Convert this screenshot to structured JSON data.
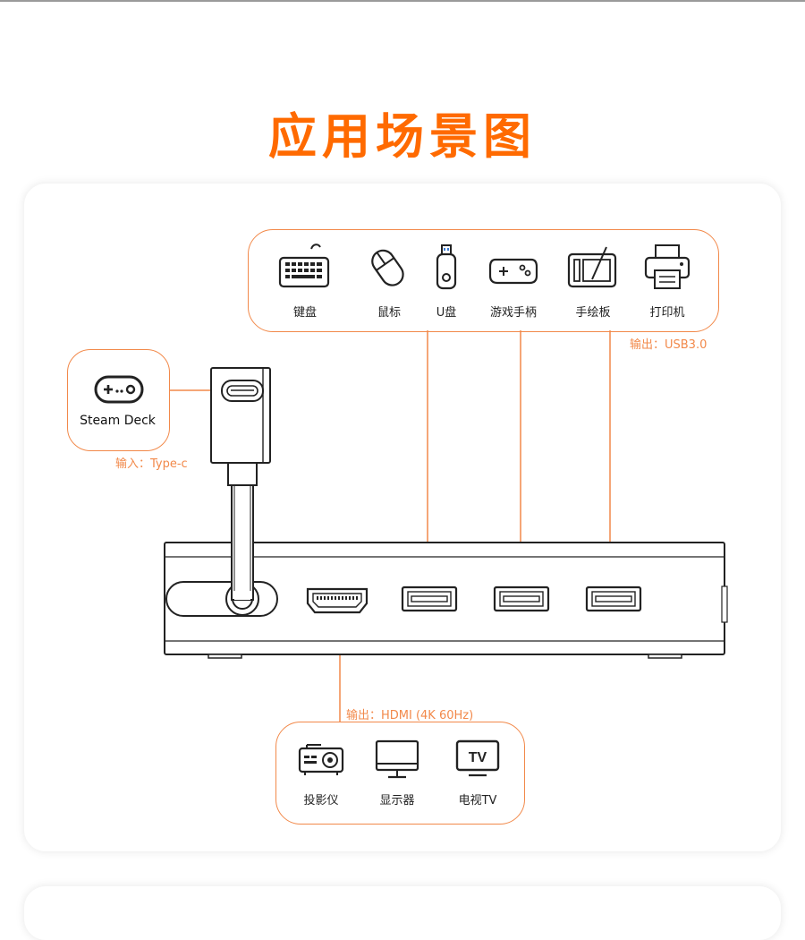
{
  "title": "应用场景图",
  "usb_devices": {
    "items": [
      {
        "label": "键盘",
        "icon": "keyboard-icon"
      },
      {
        "label": "鼠标",
        "icon": "mouse-icon"
      },
      {
        "label": "U盘",
        "icon": "usb-drive-icon"
      },
      {
        "label": "游戏手柄",
        "icon": "gamepad-icon"
      },
      {
        "label": "手绘板",
        "icon": "drawing-tablet-icon"
      },
      {
        "label": "打印机",
        "icon": "printer-icon"
      }
    ],
    "note": "输出：USB3.0"
  },
  "input": {
    "label": "Steam Deck",
    "icon": "steam-deck-icon",
    "note": "输入：Type-c"
  },
  "video_out": {
    "note": "输出：HDMI (4K 60Hz)",
    "items": [
      {
        "label": "投影仪",
        "icon": "projector-icon"
      },
      {
        "label": "显示器",
        "icon": "monitor-icon"
      },
      {
        "label": "电视TV",
        "icon": "tv-icon"
      }
    ]
  },
  "colors": {
    "accent": "#ff6a00",
    "line": "#f2894a",
    "stroke": "#222222"
  }
}
